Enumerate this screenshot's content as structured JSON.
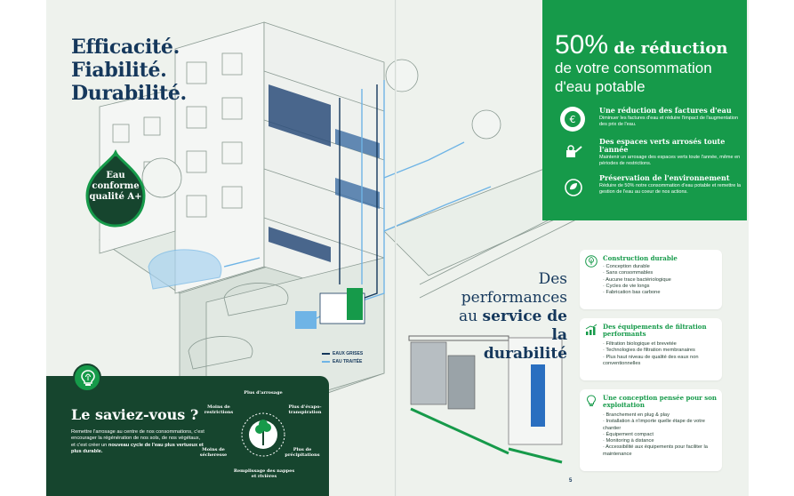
{
  "headline": {
    "line1": "Efficacité.",
    "line2": "Fiabilité.",
    "line3": "Durabilité."
  },
  "badge": {
    "line1": "Eau",
    "line2": "conforme",
    "line3": "qualité A+"
  },
  "legend": {
    "grises": "EAUX GRISES",
    "traitee": "EAU TRAITÉE",
    "colors": {
      "grises": "#15385c",
      "traitee": "#6fb4e6"
    }
  },
  "reduction": {
    "percent": "50%",
    "title_rest": "de réduction",
    "sub1": "de votre consommation",
    "sub2": "d'eau potable"
  },
  "benefits": [
    {
      "icon": "euro-coin-icon",
      "title": "Une réduction des factures d'eau",
      "desc": "Diminuer les factures d'eau et réduire l'impact de l'augmentation des prix de l'eau."
    },
    {
      "icon": "watering-can-icon",
      "title": "Des espaces verts arrosés toute l'année",
      "desc": "Maintenir un arrosage des espaces verts toute l'année, même en périodes de restrictions."
    },
    {
      "icon": "planet-leaf-icon",
      "title": "Préservation de l'environnement",
      "desc": "Réduire de 50% notre consommation d'eau potable et remettre la gestion de l'eau au coeur de nos actions."
    }
  ],
  "performances": {
    "line1": "Des performances",
    "line2_prefix": "au ",
    "line2_bold": "service de la",
    "line3": "durabilité"
  },
  "cards": [
    {
      "icon": "leaf-icon",
      "title": "Construction durable",
      "items": [
        "Conception durable",
        "Sans consommables",
        "Aucune trace bactériologique",
        "Cycles de vie longs",
        "Fabrication bas carbone"
      ]
    },
    {
      "icon": "growth-chart-icon",
      "title": "Des équipements de filtration performants",
      "items": [
        "Filtration biologique et brevetée",
        "Technologies de filtration membranaires",
        "Plus haut niveau de qualité des eaux non conventionnelles"
      ]
    },
    {
      "icon": "lightbulb-icon",
      "title": "Une conception pensée pour son exploitation",
      "items": [
        "Branchement en plug & play",
        "Installation à n'importe quelle étape de votre chantier",
        "Équipement compact",
        "Monitoring à distance",
        "Accessibilité aux équipements pour faciliter la maintenance"
      ]
    }
  ],
  "page_number": "5",
  "saviez": {
    "title": "Le saviez-vous ?",
    "text_plain": "Remettre l'arrosage au centre de nos consommations, c'est encourager la régénération de nos sols, de nos végétaux, et c'est créer un",
    "text_bold": "nouveau cycle de l'eau plus vertueux et plus durable.",
    "cycle": {
      "top": "Plus d'arrosage",
      "top_right": "Plus d'évapo-transpiration",
      "right": "Plus de précipitations",
      "bottom": "Remplissage des nappes et rivières",
      "left": "Moins de sécheresse",
      "top_left": "Moins de restrictions"
    }
  },
  "colors": {
    "navy": "#15385c",
    "green": "#169a4a",
    "dark_green": "#16452e",
    "light_blue": "#6fb4e6"
  }
}
